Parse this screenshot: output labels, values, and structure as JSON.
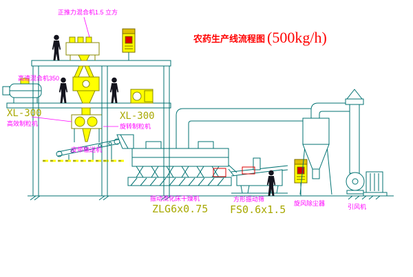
{
  "title": {
    "main": "农药生产线流程图",
    "capacity": "(500kg/h)"
  },
  "equipment_labels": {
    "top_mixer": "正推力混合机1.5 立方",
    "high_speed_mixer": "高速混合机350",
    "granulator_left_model": "XL-300",
    "granulator_left_name": "高效制粒机",
    "granulator_center_model": "XL-300",
    "granulator_center_name": "旋转制粒机",
    "belt_conveyor": "皮带输送机",
    "fluid_bed_dryer_name": "振动流化床干燥机",
    "fluid_bed_dryer_model": "ZLG6x0.75",
    "vibrating_sieve_name": "方形振动筛",
    "vibrating_sieve_model": "FS0.6x1.5",
    "cyclone_name": "旋风除尘器",
    "fan_name": "引风机"
  },
  "colors": {
    "structure_line": "#007272",
    "equipment_outline": "#8a8a00",
    "equipment_fill": "#ffff00",
    "label_text": "#ff00ff",
    "model_text": "#a8a800",
    "title_text": "#ff0000",
    "alert_red": "#dd0000",
    "figure": "#14141e",
    "background": "#ffffff"
  }
}
